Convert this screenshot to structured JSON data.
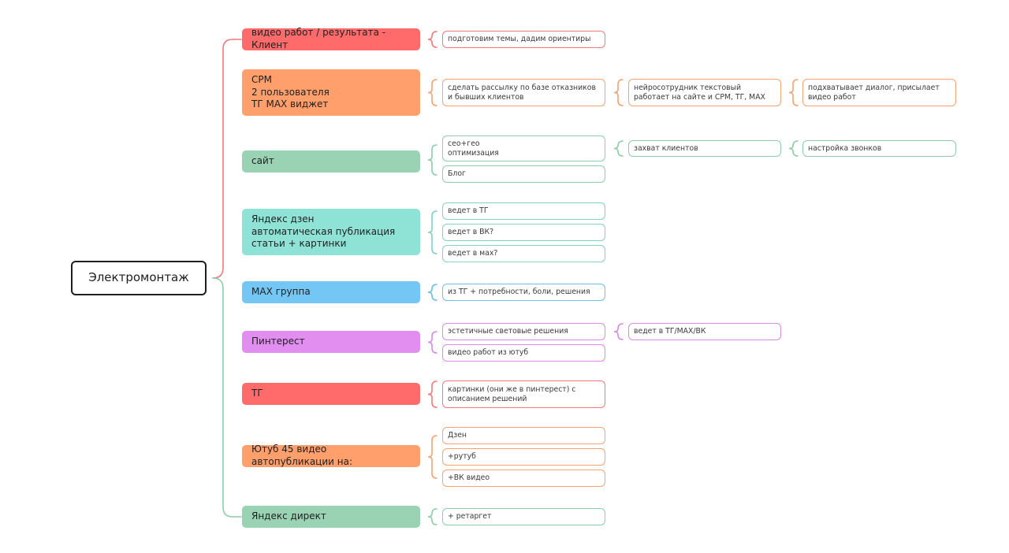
{
  "colors": {
    "red": "#ff6b6b",
    "orange": "#ff9f6b",
    "green": "#99d3b3",
    "teal": "#8fe3d6",
    "blue": "#74c7f4",
    "purple": "#e18ef0",
    "red_line": "#f37a7a",
    "green_line": "#8ccfa9",
    "orange_line": "#f7a271",
    "purple_line": "#d88be6",
    "teal_line": "#7cd3c6",
    "blue_line": "#6cbfe8",
    "root_border": "#1e1e1e"
  },
  "root": {
    "label": "Электромонтаж"
  },
  "branches": [
    {
      "id": "video",
      "label": "видео работ / результата - Клиент",
      "color": "red",
      "children": [
        {
          "id": "video-c1",
          "label": "подготовим темы, дадим ориентиры"
        }
      ]
    },
    {
      "id": "crm",
      "label": "CРМ\n2 пользователя\nТГ МАХ виджет",
      "color": "orange",
      "children": [
        {
          "id": "crm-c1",
          "label": "сделать рассылку по базе отказников и бывших клиентов",
          "children": [
            {
              "id": "crm-c1a",
              "label": "нейросотрудник текстовый работает на сайте и СРМ, ТГ, МАХ",
              "children": [
                {
                  "id": "crm-c1a1",
                  "label": "подхватывает диалог, присылает видео работ"
                }
              ]
            }
          ]
        }
      ]
    },
    {
      "id": "site",
      "label": "сайт",
      "color": "green",
      "children": [
        {
          "id": "site-c1",
          "label": "сео+гео\nоптимизация",
          "children": [
            {
              "id": "site-c1a",
              "label": "захват клиентов",
              "children": [
                {
                  "id": "site-c1a1",
                  "label": "настройка звонков"
                }
              ]
            }
          ]
        },
        {
          "id": "site-c2",
          "label": "Блог"
        }
      ]
    },
    {
      "id": "dzen",
      "label": "Яндекс дзен\nавтоматическая публикация\nстатьи + картинки",
      "color": "teal",
      "children": [
        {
          "id": "dzen-c1",
          "label": "ведет в ТГ"
        },
        {
          "id": "dzen-c2",
          "label": "ведет в ВК?"
        },
        {
          "id": "dzen-c3",
          "label": "ведет в мах?"
        }
      ]
    },
    {
      "id": "max",
      "label": "МАХ группа",
      "color": "blue",
      "children": [
        {
          "id": "max-c1",
          "label": "из ТГ + потребности, боли, решения"
        }
      ]
    },
    {
      "id": "pinterest",
      "label": "Пинтерест",
      "color": "purple",
      "children": [
        {
          "id": "pin-c1",
          "label": "эстетичные световые решения",
          "children": [
            {
              "id": "pin-c1a",
              "label": "ведет в ТГ/МАХ/ВК"
            }
          ]
        },
        {
          "id": "pin-c2",
          "label": "видео работ из ютуб"
        }
      ]
    },
    {
      "id": "tg",
      "label": "ТГ",
      "color": "red",
      "children": [
        {
          "id": "tg-c1",
          "label": "картинки (они же в пинтерест) с описанием решений"
        }
      ]
    },
    {
      "id": "youtube",
      "label": "Ютуб 45 видео автопубликации на:",
      "color": "orange",
      "children": [
        {
          "id": "yt-c1",
          "label": "Дзен"
        },
        {
          "id": "yt-c2",
          "label": "+рутуб"
        },
        {
          "id": "yt-c3",
          "label": "+ВК видео"
        }
      ]
    },
    {
      "id": "direct",
      "label": "Яндекс директ",
      "color": "green",
      "children": [
        {
          "id": "direct-c1",
          "label": "+ ретаргет"
        }
      ]
    }
  ]
}
